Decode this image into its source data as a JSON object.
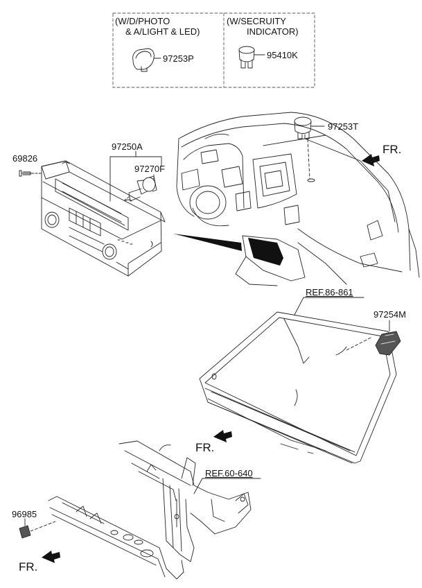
{
  "options_box": {
    "left_caption_line1": "(W/D/PHOTO",
    "left_caption_line2": "& A/LIGHT & LED)",
    "left_part": "97253P",
    "right_caption_line1": "(W/SECRUITY",
    "right_caption_line2": "INDICATOR)",
    "right_part": "95410K"
  },
  "parts": {
    "photo_sensor_top": "97253T",
    "heater_control": "97250A",
    "screw": "69826",
    "sensor_f": "97270F",
    "windshield_sensor": "97254M",
    "bracket_clip": "96985"
  },
  "references": {
    "windshield": "REF.86-861",
    "carrier": "REF.60-640"
  },
  "direction": {
    "fr_top": "FR.",
    "fr_mid": "FR.",
    "fr_bottom": "FR."
  }
}
